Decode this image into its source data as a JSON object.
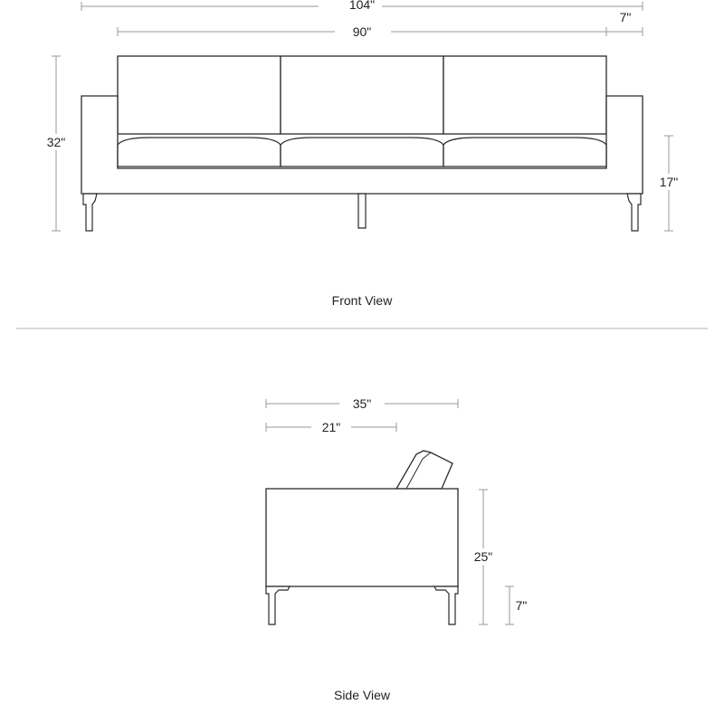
{
  "front_view": {
    "caption": "Front View",
    "dimensions": {
      "overall_width": "104\"",
      "seat_width": "90\"",
      "arm_width": "7\"",
      "overall_height": "32\"",
      "seat_height": "17\""
    }
  },
  "side_view": {
    "caption": "Side View",
    "dimensions": {
      "overall_depth": "35\"",
      "seat_depth": "21\"",
      "arm_height": "25\"",
      "leg_height": "7\""
    }
  },
  "colors": {
    "outline": "#2b2b2b",
    "dimension_line": "#9a9a9a",
    "separator": "#b5b5b5"
  }
}
